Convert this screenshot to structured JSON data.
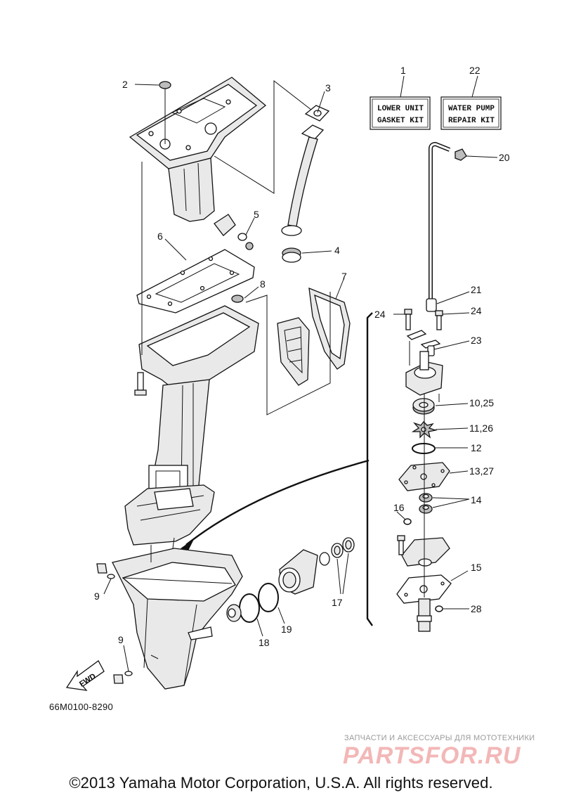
{
  "diagram": {
    "part_labels": {
      "p1": "1",
      "p22": "22",
      "p2": "2",
      "p3": "3",
      "p20": "20",
      "p5": "5",
      "p6": "6",
      "p4": "4",
      "p7": "7",
      "p8": "8",
      "p21": "21",
      "p24a": "24",
      "p24b": "24",
      "p23": "23",
      "p10_25": "10,25",
      "p11_26": "11,26",
      "p12": "12",
      "p13_27": "13,27",
      "p14": "14",
      "p16": "16",
      "p15": "15",
      "p28": "28",
      "p9a": "9",
      "p9b": "9",
      "p17": "17",
      "p18": "18",
      "p19": "19"
    },
    "kit_boxes": {
      "lower_unit_line1": "LOWER UNIT",
      "lower_unit_line2": "GASKET KIT",
      "water_pump_line1": "WATER PUMP",
      "water_pump_line2": "REPAIR KIT"
    },
    "fwd_arrow_label": "FWD"
  },
  "footer": {
    "diagram_code": "66M0100-8290",
    "copyright": "©2013 Yamaha Motor Corporation, U.S.A. All rights reserved."
  },
  "watermark": {
    "tagline": "ЗАПЧАСТИ И АКСЕССУАРЫ ДЛЯ МОТОТЕХНИКИ",
    "logo": "PARTSFOR.RU"
  }
}
